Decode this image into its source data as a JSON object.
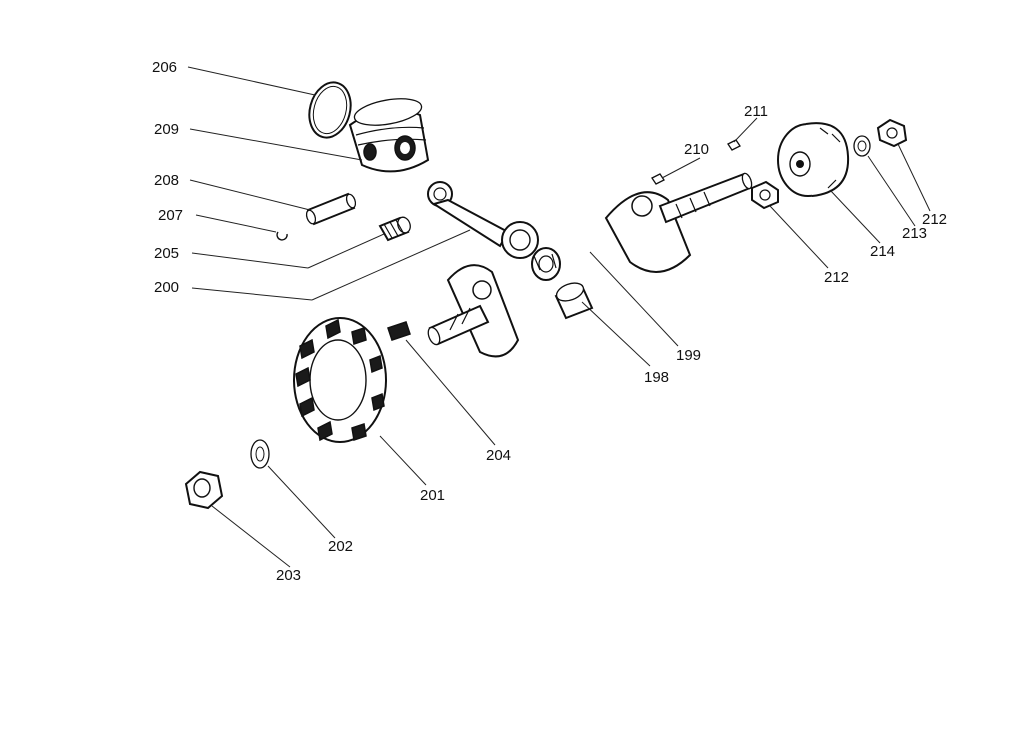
{
  "labels": {
    "p206": "206",
    "p209": "209",
    "p208": "208",
    "p207": "207",
    "p205": "205",
    "p200": "200",
    "p211": "211",
    "p210": "210",
    "p212a": "212",
    "p213": "213",
    "p214": "214",
    "p212b": "212",
    "p199": "199",
    "p198": "198",
    "p204": "204",
    "p201": "201",
    "p202": "202",
    "p203": "203"
  },
  "colors": {
    "ink": "#111111",
    "paper": "#ffffff"
  }
}
